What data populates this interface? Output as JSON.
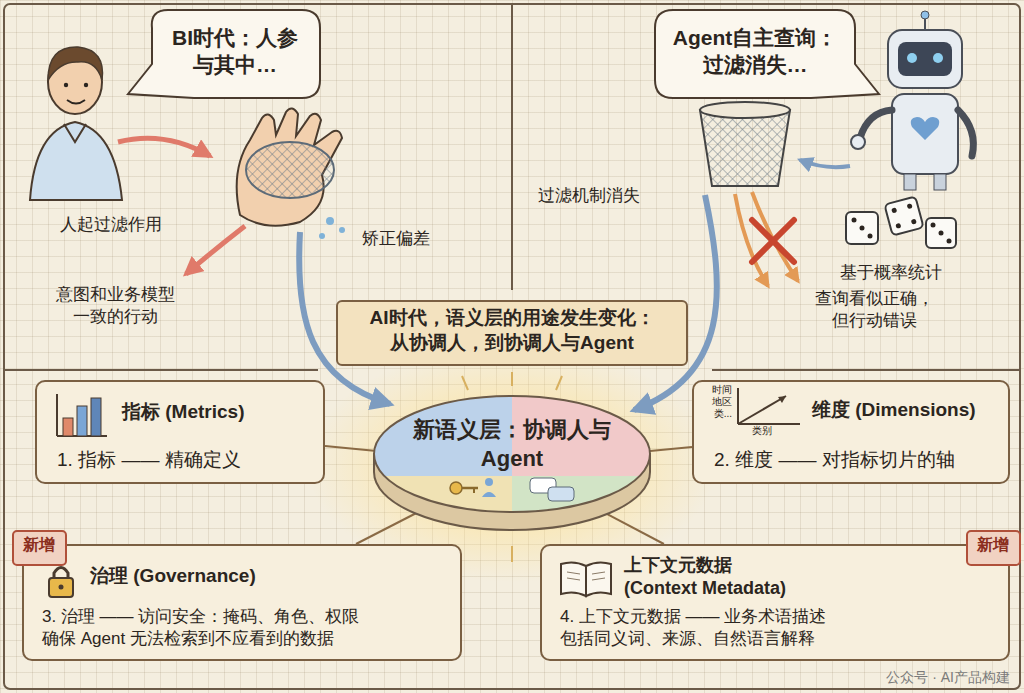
{
  "diagram": {
    "nodes": [
      {
        "text": [
          "BI时代：人参与其中…"
        ]
      },
      {
        "text": [
          "Agent自主查询：过滤消失…"
        ]
      },
      {
        "text": [
          "AI时代，语义层的用途发生变化：从协调人，到协调人与Agent"
        ]
      },
      {
        "text": [
          "新语义层：协调人与Agent"
        ]
      },
      {
        "text": [
          "指标 (Metrics)",
          "1. 指标 —— 精确定义"
        ]
      },
      {
        "text": [
          "维度 (Dimensions)",
          "2. 维度 —— 对指标切片的轴"
        ]
      },
      {
        "text": [
          "治理 (Governance)",
          "3. 治理 —— 访问安全：掩码、角色、权限 确保 Agent 无法检索到不应看到的数据"
        ]
      },
      {
        "text": [
          "新增"
        ],
        "in": 6
      },
      {
        "text": [
          "上下文元数据 (Context Metadata)",
          "4. 上下文元数据 —— 业务术语描述 包括同义词、来源、自然语言解释"
        ]
      },
      {
        "text": [
          "新增"
        ],
        "in": 8
      }
    ],
    "edges": [
      {
        "from": 4,
        "to": 3,
        "arrow": "none"
      },
      {
        "from": 5,
        "to": 3,
        "arrow": "none"
      },
      {
        "from": 6,
        "to": 3,
        "arrow": "none"
      },
      {
        "from": 8,
        "to": 3,
        "arrow": "none"
      }
    ],
    "labels": [
      "人起过滤作用",
      "矫正偏差",
      "意图和业务模型一致的行动",
      "过滤机制消失",
      "基于概率统计",
      "查询看似正确，但行动错误",
      "时间",
      "地区",
      "类...",
      "类别",
      "公众号 · AI产品构建"
    ]
  }
}
